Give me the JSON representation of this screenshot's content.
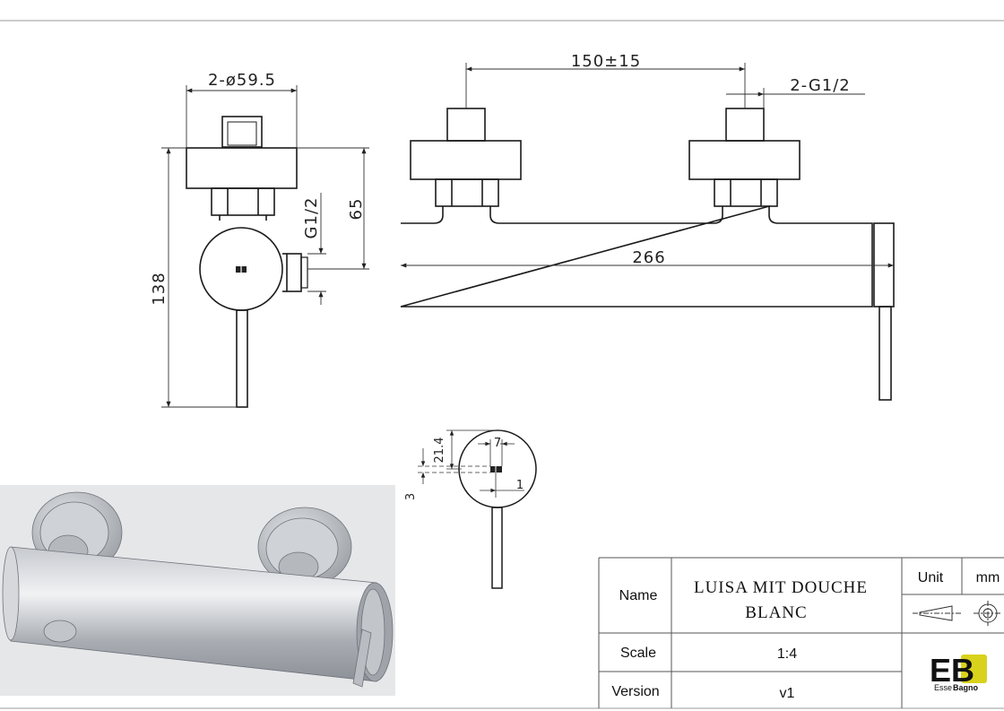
{
  "dimensions": {
    "dia_top": "2-ø59.5",
    "spacing": "150±15",
    "thread_right": "2-G1/2",
    "thread_side": "G1/2",
    "height_65": "65",
    "height_138": "138",
    "length_266": "266",
    "d_21_4": "21.4",
    "d_7": "7",
    "d_1": "1",
    "d_3": "3"
  },
  "title_block": {
    "name_label": "Name",
    "name_line1": "LUISA MIT DOUCHE",
    "name_line2": "BLANC",
    "unit_label": "Unit",
    "unit_value": "mm",
    "scale_label": "Scale",
    "scale_value": "1:4",
    "version_label": "Version",
    "version_value": "v1"
  },
  "logo": {
    "mark": "EB",
    "word_a": "Esse",
    "word_b": "Bagno",
    "brand_color": "#d9d21c"
  }
}
